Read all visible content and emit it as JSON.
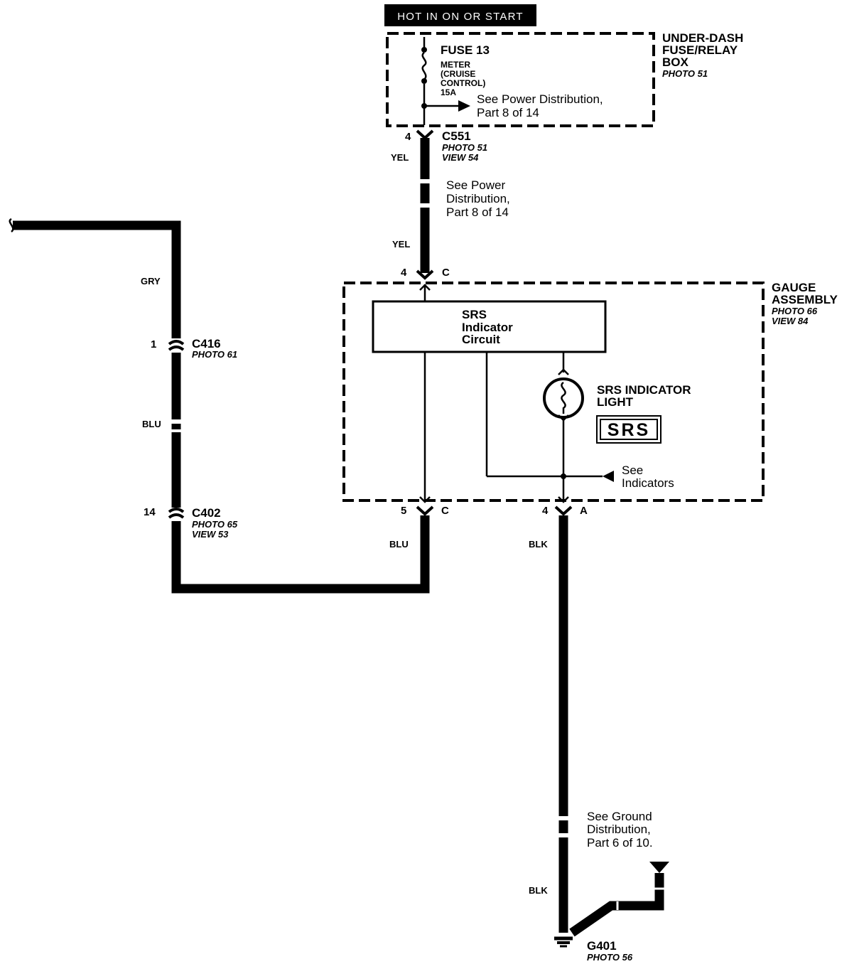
{
  "header": {
    "power_label": "HOT IN ON OR START"
  },
  "fuse_box": {
    "title_line1": "UNDER-DASH",
    "title_line2": "FUSE/RELAY",
    "title_line3": "BOX",
    "photo": "PHOTO 51",
    "fuse_name": "FUSE 13",
    "fuse_desc_line1": "METER",
    "fuse_desc_line2": "(CRUISE",
    "fuse_desc_line3": "CONTROL)",
    "fuse_rating": "15A",
    "power_ref_line1": "See Power Distribution,",
    "power_ref_line2": "Part 8 of 14"
  },
  "connectors": {
    "c551": {
      "name": "C551",
      "pin": "4",
      "photo": "PHOTO 51",
      "view": "VIEW 54"
    },
    "c416": {
      "name": "C416",
      "pin": "1",
      "photo": "PHOTO 61"
    },
    "c402": {
      "name": "C402",
      "pin": "14",
      "photo": "PHOTO 65",
      "view": "VIEW 53"
    },
    "gauge_top": {
      "pin": "4",
      "letter": "C"
    },
    "gauge_blu": {
      "pin": "5",
      "letter": "C"
    },
    "gauge_blk": {
      "pin": "4",
      "letter": "A"
    }
  },
  "wires": {
    "yel_top": "YEL",
    "yel_mid": "YEL",
    "gry": "GRY",
    "blu_left": "BLU",
    "blu_right": "BLU",
    "blk_top": "BLK",
    "blk_bottom": "BLK"
  },
  "power_ref2": {
    "line1": "See Power",
    "line2": "Distribution,",
    "line3": "Part 8 of 14"
  },
  "gauge": {
    "title_line1": "GAUGE",
    "title_line2": "ASSEMBLY",
    "photo": "PHOTO 66",
    "view": "VIEW 84",
    "circuit_line1": "SRS",
    "circuit_line2": "Indicator",
    "circuit_line3": "Circuit",
    "light_line1": "SRS INDICATOR",
    "light_line2": "LIGHT",
    "badge": "SRS",
    "indicators_line1": "See",
    "indicators_line2": "Indicators"
  },
  "ground_ref": {
    "line1": "See Ground",
    "line2": "Distribution,",
    "line3": "Part 6 of 10."
  },
  "ground": {
    "name": "G401",
    "photo": "PHOTO 56"
  }
}
